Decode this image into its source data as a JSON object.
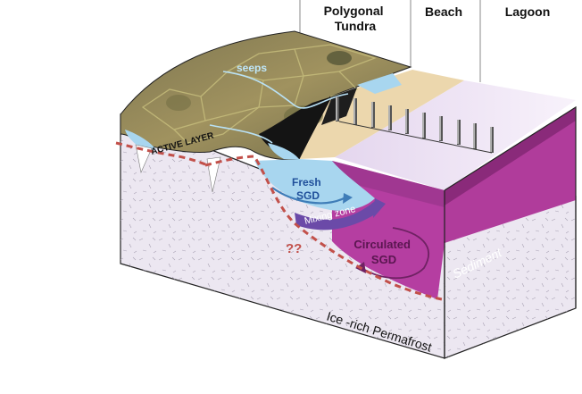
{
  "headers": {
    "polygonal_line1": "Polygonal",
    "polygonal_line2": "Tundra",
    "beach": "Beach",
    "lagoon": "Lagoon"
  },
  "labels": {
    "seeps": "seeps",
    "active_layer": "ACTIVE LAYER",
    "fresh_line1": "Fresh",
    "fresh_line2": "SGD",
    "mixing_zone": "Mixing zone",
    "unknown": "??",
    "circulated_line1": "Circulated",
    "circulated_line2": "SGD",
    "sediment": "Sediment",
    "permafrost": "Ice -rich Permafrost"
  },
  "colors": {
    "permafrost": "#ece7f1",
    "sediment": "#b53ea1",
    "fresh_water": "#a8d6ef",
    "mixing_zone": "#6b4aa8",
    "boundary": "#c2504a",
    "beach_sand": "#ecd7ad",
    "tundra": "#8a7d55"
  }
}
